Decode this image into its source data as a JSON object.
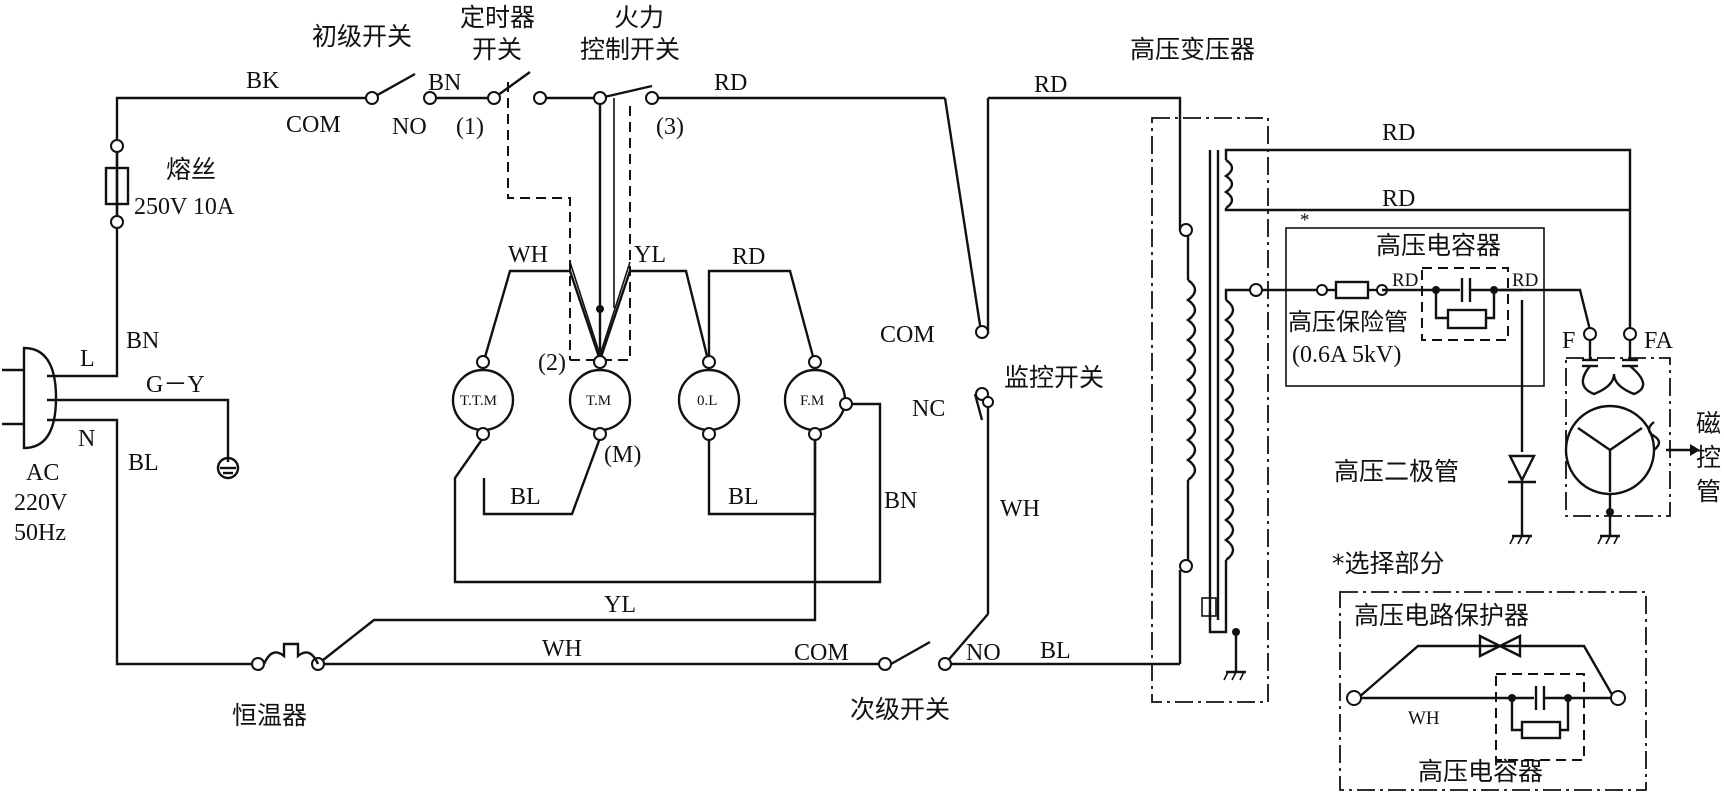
{
  "components": {
    "primary_switch": "初级开关",
    "timer_switch_1": "定时器",
    "timer_switch_2": "开关",
    "power_switch_1": "火力",
    "power_switch_2": "控制开关",
    "hv_transformer": "高压变压器",
    "fuse": "熔丝",
    "fuse_rating": "250V 10A",
    "monitor_switch": "监控开关",
    "hv_capacitor": "高压电容器",
    "hv_fuse": "高压保险管",
    "hv_fuse_rating": "(0.6A 5kV)",
    "hv_diode": "高压二极管",
    "magnetron_1": "磁",
    "magnetron_2": "控",
    "magnetron_3": "管",
    "optional_part": "*选择部分",
    "hv_protector": "高压电路保护器",
    "hv_capacitor_2": "高压电容器",
    "thermostat": "恒温器",
    "secondary_switch": "次级开关",
    "ac_1": "AC",
    "ac_2": "220V",
    "ac_3": "50Hz"
  },
  "motors": {
    "ttm": "T.T.M",
    "tm": "T.M",
    "ol": "0.L",
    "fm": "F.M"
  },
  "terminals": {
    "com_top": "COM",
    "no_top": "NO",
    "n1": "(1)",
    "n2": "(2)",
    "n3": "(3)",
    "m": "(M)",
    "com_monitor": "COM",
    "nc": "NC",
    "com_secondary": "COM",
    "no_secondary": "NO",
    "f": "F",
    "fa": "FA",
    "l": "L",
    "n": "N",
    "star": "*"
  },
  "wires": {
    "bk": "BK",
    "bn_top": "BN",
    "rd_1": "RD",
    "rd_2": "RD",
    "rd_3": "RD",
    "rd_4": "RD",
    "rd_5": "RD",
    "rd_cap_left": "RD",
    "rd_cap_right": "RD",
    "wh_1": "WH",
    "yl_1": "YL",
    "bn_left": "BN",
    "gy": "G－Y",
    "bl_left": "BL",
    "bl_1": "BL",
    "bl_2": "BL",
    "bn_right": "BN",
    "wh_monitor": "WH",
    "yl_2": "YL",
    "wh_bottom": "WH",
    "bl_bottom": "BL",
    "wh_protector": "WH"
  }
}
